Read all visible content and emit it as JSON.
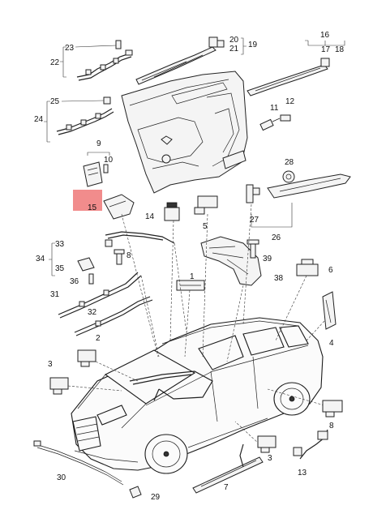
{
  "callouts": {
    "c1": "1",
    "c2": "2",
    "c3a": "3",
    "c3b": "3",
    "c4": "4",
    "c5": "5",
    "c6": "6",
    "c7": "7",
    "c8": "8",
    "c9": "9",
    "c10": "10",
    "c11": "11",
    "c12": "12",
    "c13": "13",
    "c14": "14",
    "c15": "15",
    "c16": "16",
    "c17": "17",
    "c18": "18",
    "c19": "19",
    "c20": "20",
    "c21": "21",
    "c22": "22",
    "c23": "23",
    "c24": "24",
    "c25": "25",
    "c26": "26",
    "c27": "27",
    "c28": "28",
    "c29": "29",
    "c30": "30",
    "c31": "31",
    "c32": "32",
    "c33": "33",
    "c34": "34",
    "c35": "35",
    "c36": "36",
    "c38": "38",
    "c39": "39"
  },
  "colors": {
    "highlight_box": "#f08080",
    "line": "#222222"
  }
}
